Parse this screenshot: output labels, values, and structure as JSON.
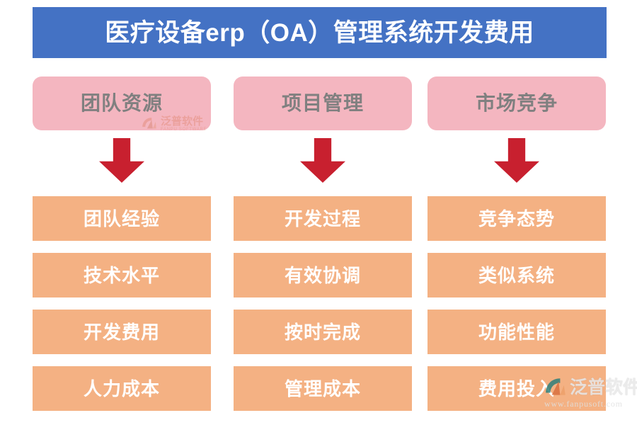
{
  "header": {
    "title": "医疗设备erp（OA）管理系统开发费用",
    "background_color": "#4472C4",
    "text_color": "#FFFFFF"
  },
  "colors": {
    "banner_blue": "#4472C4",
    "header_pink": "#F4B6C0",
    "item_orange": "#F4B183",
    "arrow_red": "#C8202F",
    "header_text_gray": "#808080",
    "item_text_white": "#FFFFFF"
  },
  "columns": [
    {
      "header": "团队资源",
      "arrow": "down-arrow",
      "items": [
        "团队经验",
        "技术水平",
        "开发费用",
        "人力成本"
      ]
    },
    {
      "header": "项目管理",
      "arrow": "down-arrow",
      "items": [
        "开发过程",
        "有效协调",
        "按时完成",
        "管理成本"
      ]
    },
    {
      "header": "市场竞争",
      "arrow": "down-arrow",
      "items": [
        "竞争态势",
        "类似系统",
        "功能性能",
        "费用投入"
      ]
    }
  ],
  "watermarks": {
    "small": {
      "cn": "泛普软件",
      "en": "FANPU SOFTWARE"
    },
    "large": {
      "cn": "泛普软件",
      "en": "www.fanpusoft.com"
    }
  }
}
